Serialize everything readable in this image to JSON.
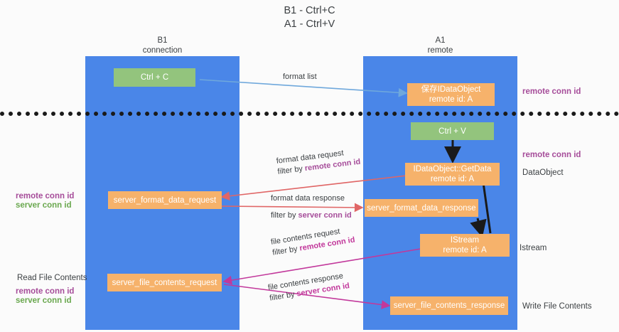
{
  "diagram": {
    "title_line1": "B1 - Ctrl+C",
    "title_line2": "A1 - Ctrl+V",
    "colors": {
      "lane": "#4a86e8",
      "green_node": "#93c47d",
      "orange_node": "#f6b26b",
      "purple_label": "#a64d9a",
      "green_label": "#6aa84f",
      "magenta_label": "#c2389b",
      "blue_arrow": "#6fa8dc",
      "red_arrow": "#e06666",
      "magenta_arrow": "#c2389b",
      "black_arrow": "#1a1a1a",
      "divider": "#1a1a1a"
    },
    "columns": [
      {
        "name": "B1",
        "role": "connection"
      },
      {
        "name": "A1",
        "role": "remote"
      }
    ],
    "nodes": [
      {
        "id": "ctrl-c",
        "lane": "B1",
        "style": "green",
        "line1": "Ctrl + C",
        "line2": ""
      },
      {
        "id": "idataobject-store",
        "lane": "A1",
        "style": "orange",
        "line1": "保存IDataObject",
        "line2": "remote id: A"
      },
      {
        "id": "ctrl-v",
        "lane": "A1",
        "style": "green",
        "line1": "Ctrl + V",
        "line2": ""
      },
      {
        "id": "idataobject-getdata",
        "lane": "A1",
        "style": "orange",
        "line1": "IDataObject::GetData",
        "line2": "remote id: A"
      },
      {
        "id": "server-format-data-request",
        "lane": "B1",
        "style": "orange",
        "line1": "server_format_data_request",
        "line2": ""
      },
      {
        "id": "server-format-data-response",
        "lane": "A1",
        "style": "orange",
        "line1": "server_format_data_response",
        "line2": ""
      },
      {
        "id": "istream",
        "lane": "A1",
        "style": "orange",
        "line1": "IStream",
        "line2": "remote id: A"
      },
      {
        "id": "server-file-contents-request",
        "lane": "B1",
        "style": "orange",
        "line1": "server_file_contents_request",
        "line2": ""
      },
      {
        "id": "server-file-contents-response",
        "lane": "A1",
        "style": "orange",
        "line1": "server_file_contents_response",
        "line2": ""
      }
    ],
    "edge_labels": [
      {
        "id": "format-list",
        "text": "format list",
        "filter_prefix": "",
        "filter_key": ""
      },
      {
        "id": "format-data-request",
        "text": "format data request",
        "filter_prefix": "filter by",
        "filter_key": "remote conn id"
      },
      {
        "id": "format-data-response",
        "text": "format data response",
        "filter_prefix": "filter by",
        "filter_key": "server conn id"
      },
      {
        "id": "file-contents-request",
        "text": "file contents request",
        "filter_prefix": "filter by",
        "filter_key": "remote conn id"
      },
      {
        "id": "file-contents-response",
        "text": "file contents response",
        "filter_prefix": "filter by",
        "filter_key": "server conn id"
      }
    ],
    "right_notes": [
      {
        "id": "remote-conn-id-top",
        "text": "remote conn id",
        "kind": "purple"
      },
      {
        "id": "remote-conn-id-mid",
        "text": "remote conn id",
        "kind": "purple"
      },
      {
        "id": "dataobject",
        "text": "DataObject",
        "kind": "plain"
      },
      {
        "id": "istream-note",
        "text": "Istream",
        "kind": "plain"
      },
      {
        "id": "write-file-contents",
        "text": "Write File Contents",
        "kind": "plain"
      }
    ],
    "left_notes": [
      {
        "id": "mid-remote-conn-id",
        "text": "remote conn id",
        "kind": "purple"
      },
      {
        "id": "mid-server-conn-id",
        "text": "server conn id",
        "kind": "green"
      },
      {
        "id": "read-file-contents",
        "text": "Read File Contents",
        "kind": "plain"
      },
      {
        "id": "low-remote-conn-id",
        "text": "remote conn id",
        "kind": "purple"
      },
      {
        "id": "low-server-conn-id",
        "text": "server conn id",
        "kind": "green"
      }
    ]
  }
}
